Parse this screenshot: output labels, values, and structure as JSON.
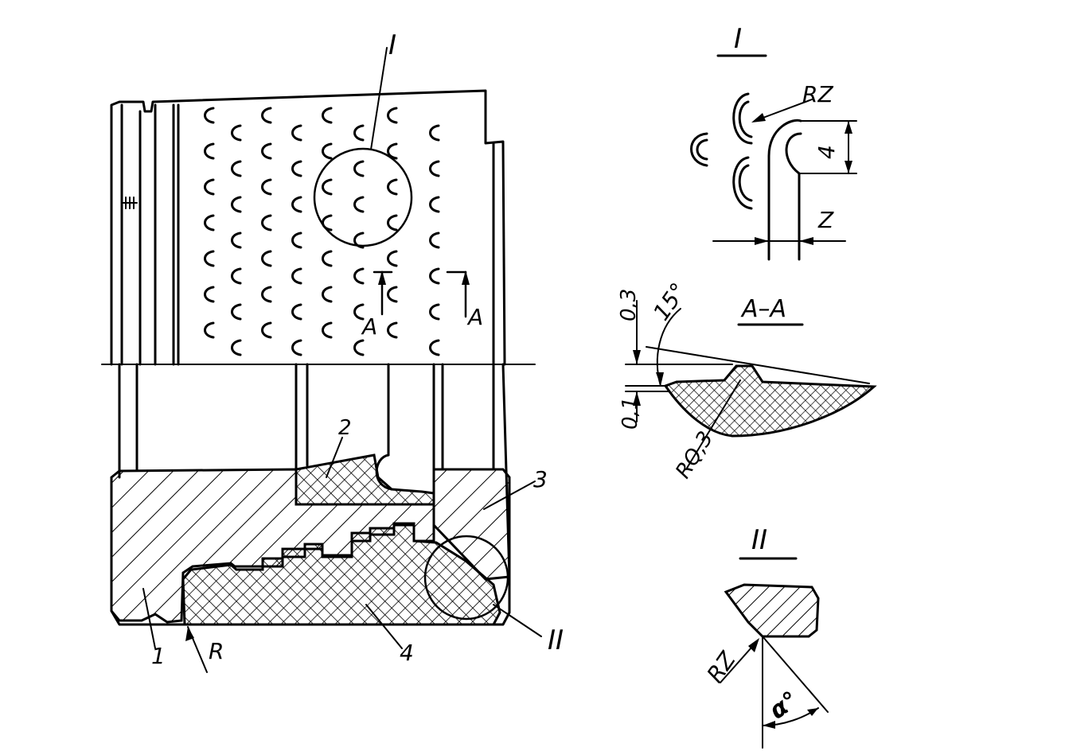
{
  "labels": {
    "part_1": "1",
    "part_2": "2",
    "part_3": "3",
    "part_4": "4",
    "detail_I_marker": "I",
    "detail_II_marker": "II",
    "radius_R": "R",
    "section_A_left": "A",
    "section_A_right": "A"
  },
  "detail_I": {
    "title": "I",
    "radius": "RZ",
    "height_dim": "4",
    "width_dim": "Z"
  },
  "section_AA": {
    "title": "A–A",
    "angle": "15°",
    "depth_top": "0,3",
    "depth_bottom": "0,1",
    "radius": "RQ,3"
  },
  "detail_II": {
    "title": "II",
    "radius": "RZ",
    "angle": "α°"
  },
  "colors": {
    "ink": "#000000",
    "paper": "#ffffff"
  }
}
